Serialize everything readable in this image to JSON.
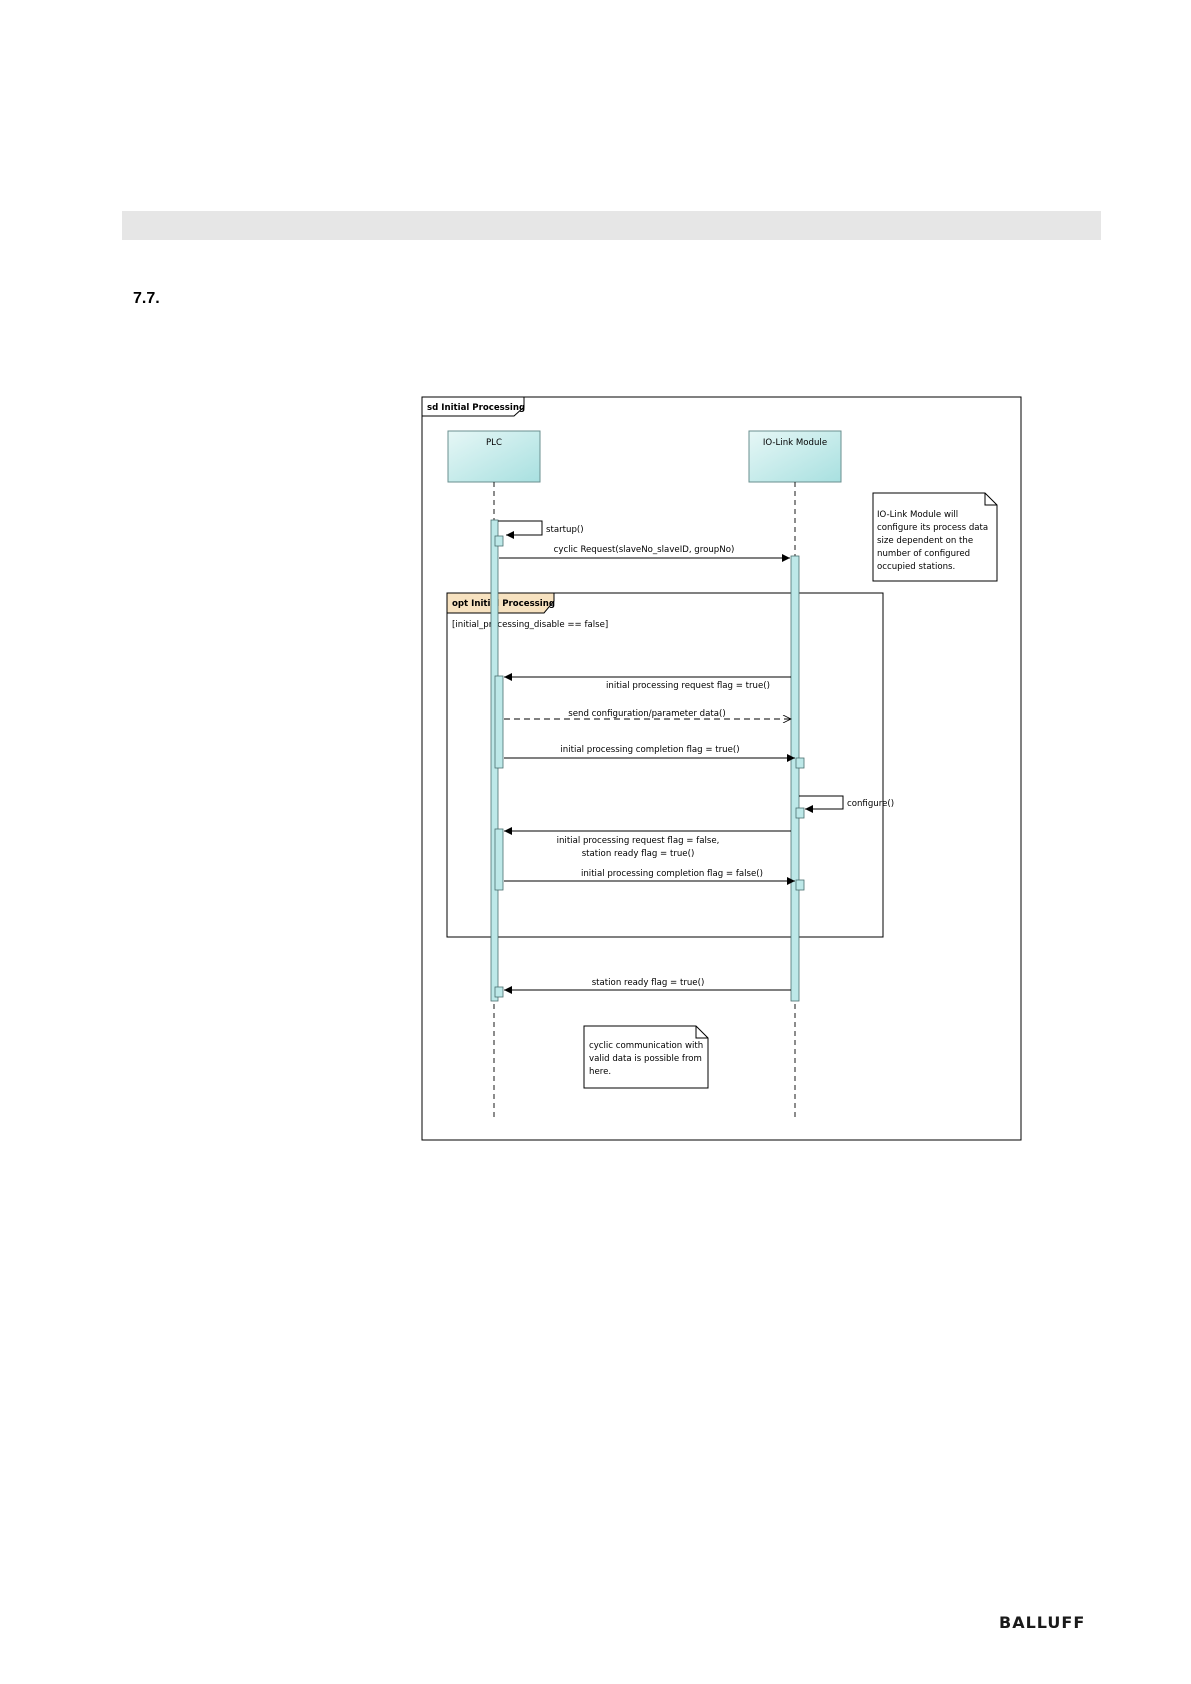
{
  "section": {
    "number": "7.7."
  },
  "diagram": {
    "frame_label": "sd Initial Processing",
    "lifelines": {
      "plc": "PLC",
      "io_link_module": "IO-Link Module"
    },
    "notes": {
      "process_data": [
        "IO-Link Module will",
        "configure its process data",
        "size dependent on the",
        "number of configured",
        "occupied stations."
      ],
      "cyclic": [
        "cyclic communication with",
        "valid data is possible from",
        "here."
      ]
    },
    "fragment": {
      "label": "opt Initial Processing",
      "guard": "[initial_processing_disable == false]"
    },
    "messages": {
      "startup": "startup()",
      "cyclic_request": "cyclic Request(slaveNo_slaveID, groupNo)",
      "ip_request_true": "initial processing request flag = true()",
      "send_config": "send configuration/parameter data()",
      "ip_completion_true": "initial processing completion flag = true()",
      "configure": "configure()",
      "ip_request_false_1": "initial processing request flag = false,",
      "ip_request_false_2": "station ready flag = true()",
      "ip_completion_false": "initial processing completion flag = false()",
      "station_ready": "station ready flag = true()"
    }
  },
  "footer": {
    "logo": "BALLUFF"
  }
}
